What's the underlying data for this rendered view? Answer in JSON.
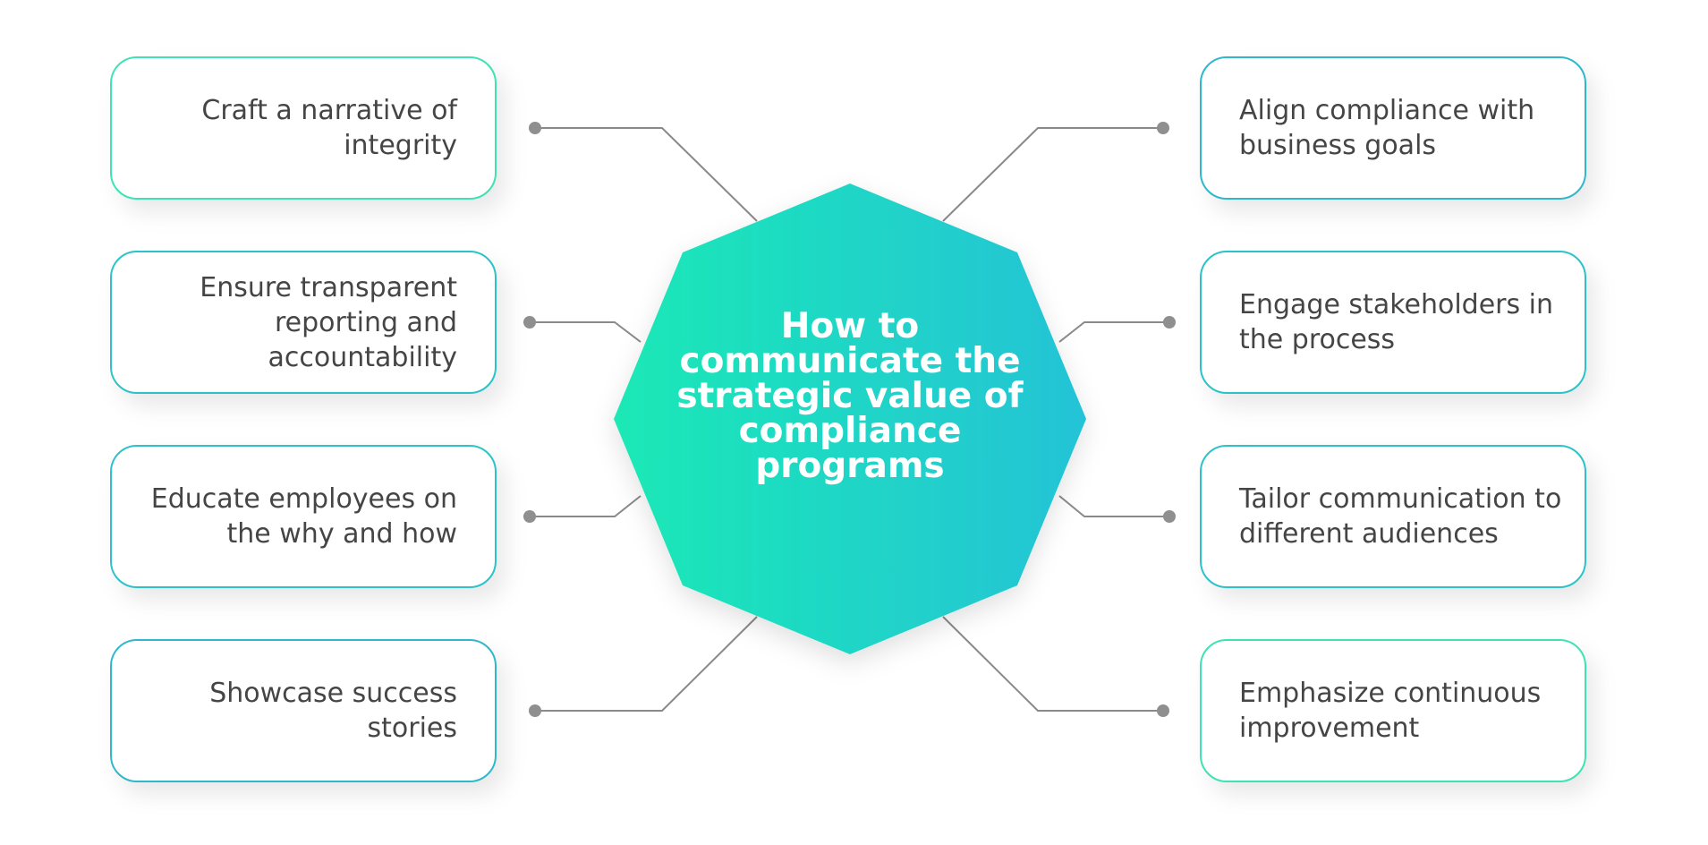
{
  "center": {
    "title": "How to communicate the strategic value of compliance programs",
    "gradient": [
      "#1de9b6",
      "#22c3d6"
    ]
  },
  "left_items": [
    {
      "text": "Craft a narrative of integrity"
    },
    {
      "text": "Ensure transparent reporting and accountability"
    },
    {
      "text": "Educate employees on the why and how"
    },
    {
      "text": "Showcase success stories"
    }
  ],
  "right_items": [
    {
      "text": "Align compliance with business goals"
    },
    {
      "text": "Engage stakeholders in the process"
    },
    {
      "text": "Tailor communication to different audiences"
    },
    {
      "text": "Emphasize continuous improvement"
    }
  ],
  "colors": {
    "connector": "#8a8a8a",
    "node_dot": "#8f8f8f",
    "card_text": "#454545",
    "card_border_teal": "#2bc3c9",
    "card_border_green": "#3ee3b3"
  }
}
